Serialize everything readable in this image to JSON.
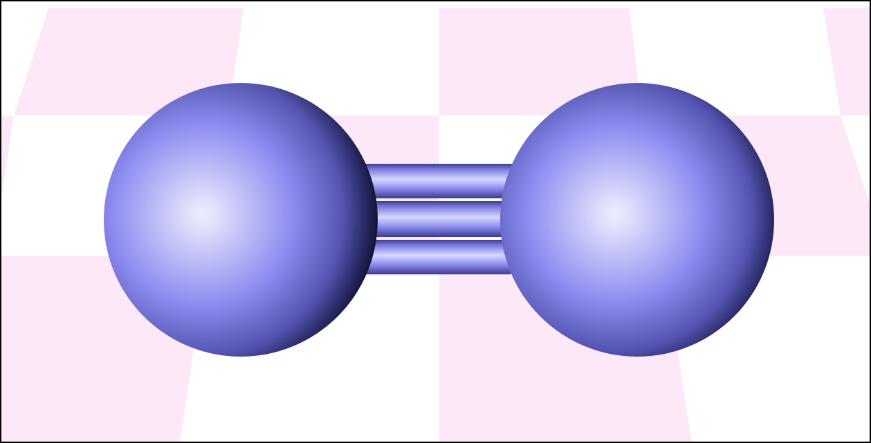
{
  "scene": {
    "description_visible_text": "",
    "frame_color": "#000000",
    "frame_background": "#FFFFD0",
    "floor": {
      "light_tile_color": "#FFFFFF",
      "dark_tile_color": "#FDE8F8"
    },
    "atoms": [
      {
        "name": "left-atom",
        "color": "#8C8CF0",
        "highlight_color": "#ECECFF",
        "shadow_color": "#0A0A22"
      },
      {
        "name": "right-atom",
        "color": "#8C8CF0",
        "highlight_color": "#ECECFF",
        "shadow_color": "#0A0A22"
      }
    ],
    "bond": {
      "type": "triple",
      "bond_count": 3,
      "color": "#9090F4",
      "highlight_color": "#D8D8FF",
      "shadow_color": "#3C3C8C"
    }
  }
}
